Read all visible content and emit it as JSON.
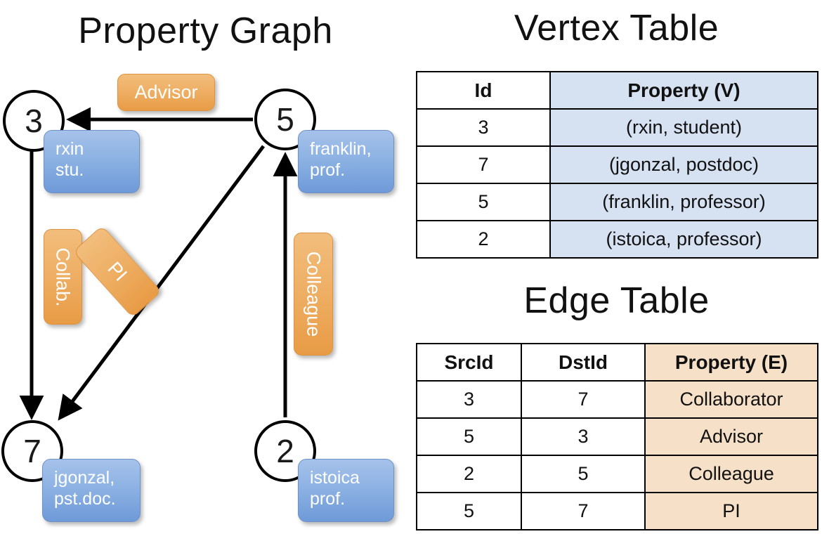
{
  "titles": {
    "property_graph": "Property Graph",
    "vertex_table": "Vertex Table",
    "edge_table": "Edge Table"
  },
  "graph": {
    "nodes": [
      {
        "id": "3",
        "name": "rxin",
        "role": "stu.",
        "label_line1": "rxin",
        "label_line2": "stu."
      },
      {
        "id": "5",
        "name": "franklin",
        "role": "prof.",
        "label_line1": "franklin,",
        "label_line2": "prof."
      },
      {
        "id": "7",
        "name": "jgonzal",
        "role": "pst.doc.",
        "label_line1": "jgonzal,",
        "label_line2": "pst.doc."
      },
      {
        "id": "2",
        "name": "istoica",
        "role": "prof.",
        "label_line1": "istoica",
        "label_line2": "prof."
      }
    ],
    "edge_labels": [
      {
        "key": "advisor",
        "text": "Advisor"
      },
      {
        "key": "collab",
        "text": "Collab."
      },
      {
        "key": "pi",
        "text": "PI"
      },
      {
        "key": "colleague",
        "text": "Colleague"
      }
    ],
    "edges": [
      {
        "src": "5",
        "dst": "3",
        "label": "Advisor"
      },
      {
        "src": "3",
        "dst": "7",
        "label": "Collab."
      },
      {
        "src": "5",
        "dst": "7",
        "label": "PI"
      },
      {
        "src": "2",
        "dst": "5",
        "label": "Colleague"
      }
    ]
  },
  "vertex_table": {
    "headers": {
      "id": "Id",
      "property": "Property (V)"
    },
    "rows": [
      {
        "id": "3",
        "property": "(rxin, student)"
      },
      {
        "id": "7",
        "property": "(jgonzal, postdoc)"
      },
      {
        "id": "5",
        "property": "(franklin, professor)"
      },
      {
        "id": "2",
        "property": "(istoica, professor)"
      }
    ]
  },
  "edge_table": {
    "headers": {
      "src": "SrcId",
      "dst": "DstId",
      "property": "Property (E)"
    },
    "rows": [
      {
        "src": "3",
        "dst": "7",
        "property": "Collaborator"
      },
      {
        "src": "5",
        "dst": "3",
        "property": "Advisor"
      },
      {
        "src": "2",
        "dst": "5",
        "property": "Colleague"
      },
      {
        "src": "5",
        "dst": "7",
        "property": "PI"
      }
    ]
  },
  "colors": {
    "vertex_cell_fill": "#d6e1f2",
    "edge_cell_fill": "#f6e0c7",
    "node_callout_blue": "#8db2e3",
    "edge_label_orange": "#eeae63",
    "stroke": "#000000",
    "page_background": "#ffffff"
  }
}
